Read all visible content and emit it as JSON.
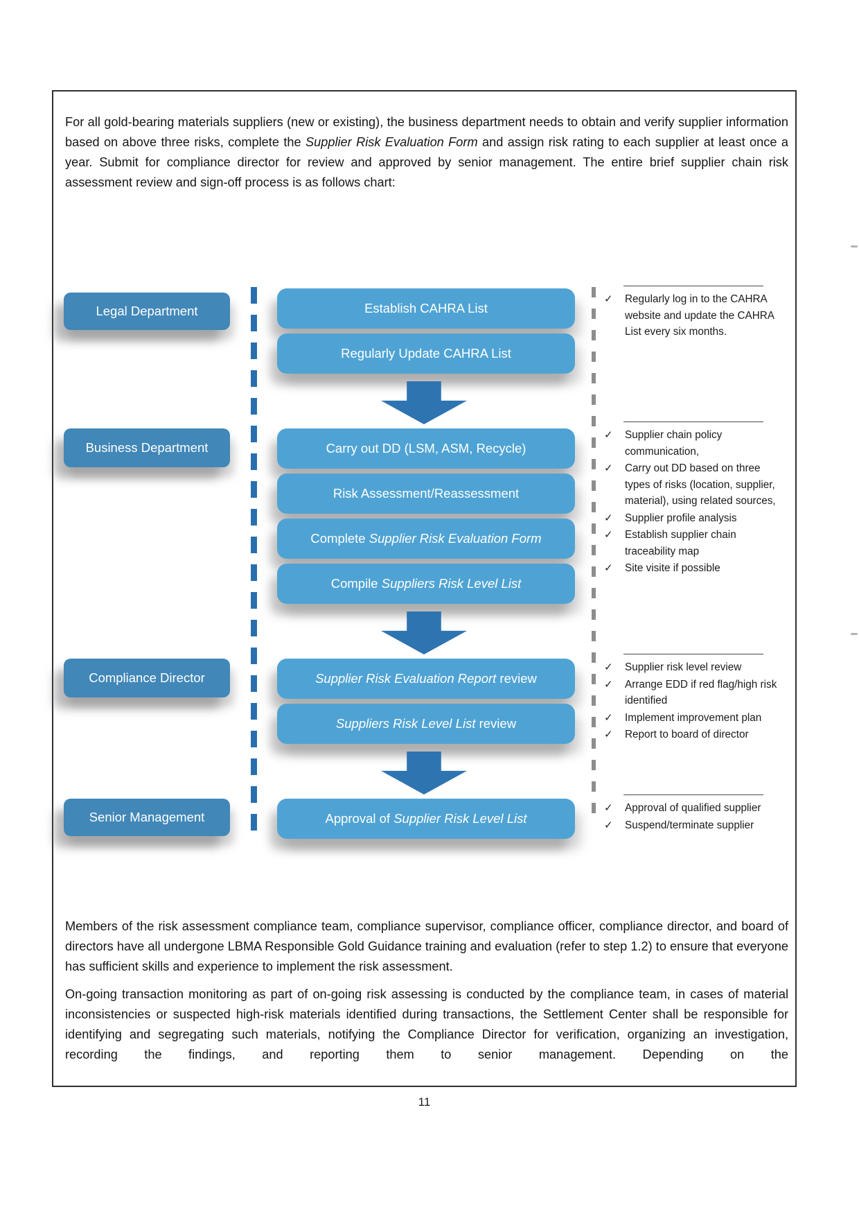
{
  "page": {
    "number": "11"
  },
  "intro": {
    "pre": "For all gold-bearing materials suppliers (new or existing), the business department needs to obtain and verify supplier information based on above three risks, complete the ",
    "italic": "Supplier Risk Evaluation Form",
    "post": " and assign risk rating to each supplier at least once a year. Submit for compliance director for review and approved by senior management. The entire brief supplier chain risk assessment review and sign-off process is as follows chart:"
  },
  "flowchart": {
    "rows": [
      {
        "actor": "Legal Department",
        "boxes": [
          {
            "pre": "Establish CAHRA List"
          },
          {
            "pre": "Regularly Update CAHRA List"
          }
        ],
        "notes": [
          "Regularly log in to the CAHRA website and update the CAHRA List every six months."
        ]
      },
      {
        "actor": "Business Department",
        "boxes": [
          {
            "pre": "Carry out DD (LSM, ASM, Recycle)"
          },
          {
            "pre": "Risk Assessment/Reassessment"
          },
          {
            "pre": "Complete ",
            "italic": "Supplier Risk Evaluation Form"
          },
          {
            "pre": "Compile ",
            "italic": "Suppliers Risk Level List"
          }
        ],
        "notes": [
          "Supplier chain policy communication,",
          "Carry out DD based on three types of risks (location, supplier, material), using related sources,",
          "Supplier profile analysis",
          "Establish supplier chain traceability map",
          "Site visite if possible"
        ]
      },
      {
        "actor": "Compliance Director",
        "boxes": [
          {
            "italic": "Supplier Risk Evaluation Report",
            "post": " review"
          },
          {
            "italic": "Suppliers Risk Level List",
            "post": " review"
          }
        ],
        "notes": [
          "Supplier risk level review",
          "Arrange EDD if red flag/high risk identified",
          "Implement improvement plan",
          "Report to board of director"
        ]
      },
      {
        "actor": "Senior Management",
        "boxes": [
          {
            "pre": "Approval of ",
            "italic": "Supplier Risk Level List"
          }
        ],
        "notes": [
          "Approval of qualified supplier",
          "Suspend/terminate supplier"
        ]
      }
    ],
    "check_glyph": "✓"
  },
  "closing_paragraphs": [
    "Members of the risk assessment compliance team, compliance supervisor, compliance officer, compliance director, and board of directors have all undergone LBMA Responsible Gold Guidance training and evaluation (refer to step 1.2) to ensure that everyone has sufficient skills and experience to implement the risk assessment.",
    "On-going transaction monitoring as part of on-going risk assessing is conducted by the compliance team, in cases of material inconsistencies or suspected high-risk materials identified during transactions, the Settlement Center shall be responsible for identifying and segregating such materials, notifying the Compliance Director for verification, organizing an investigation, recording the findings, and reporting them to senior management. Depending on the"
  ],
  "colors": {
    "actor_box": "#4187b8",
    "process_box": "#4fa3d4",
    "arrow": "#2e74b0",
    "dashed_line_blue": "#2a6fad",
    "dashed_line_gray": "#8d8d8d"
  }
}
